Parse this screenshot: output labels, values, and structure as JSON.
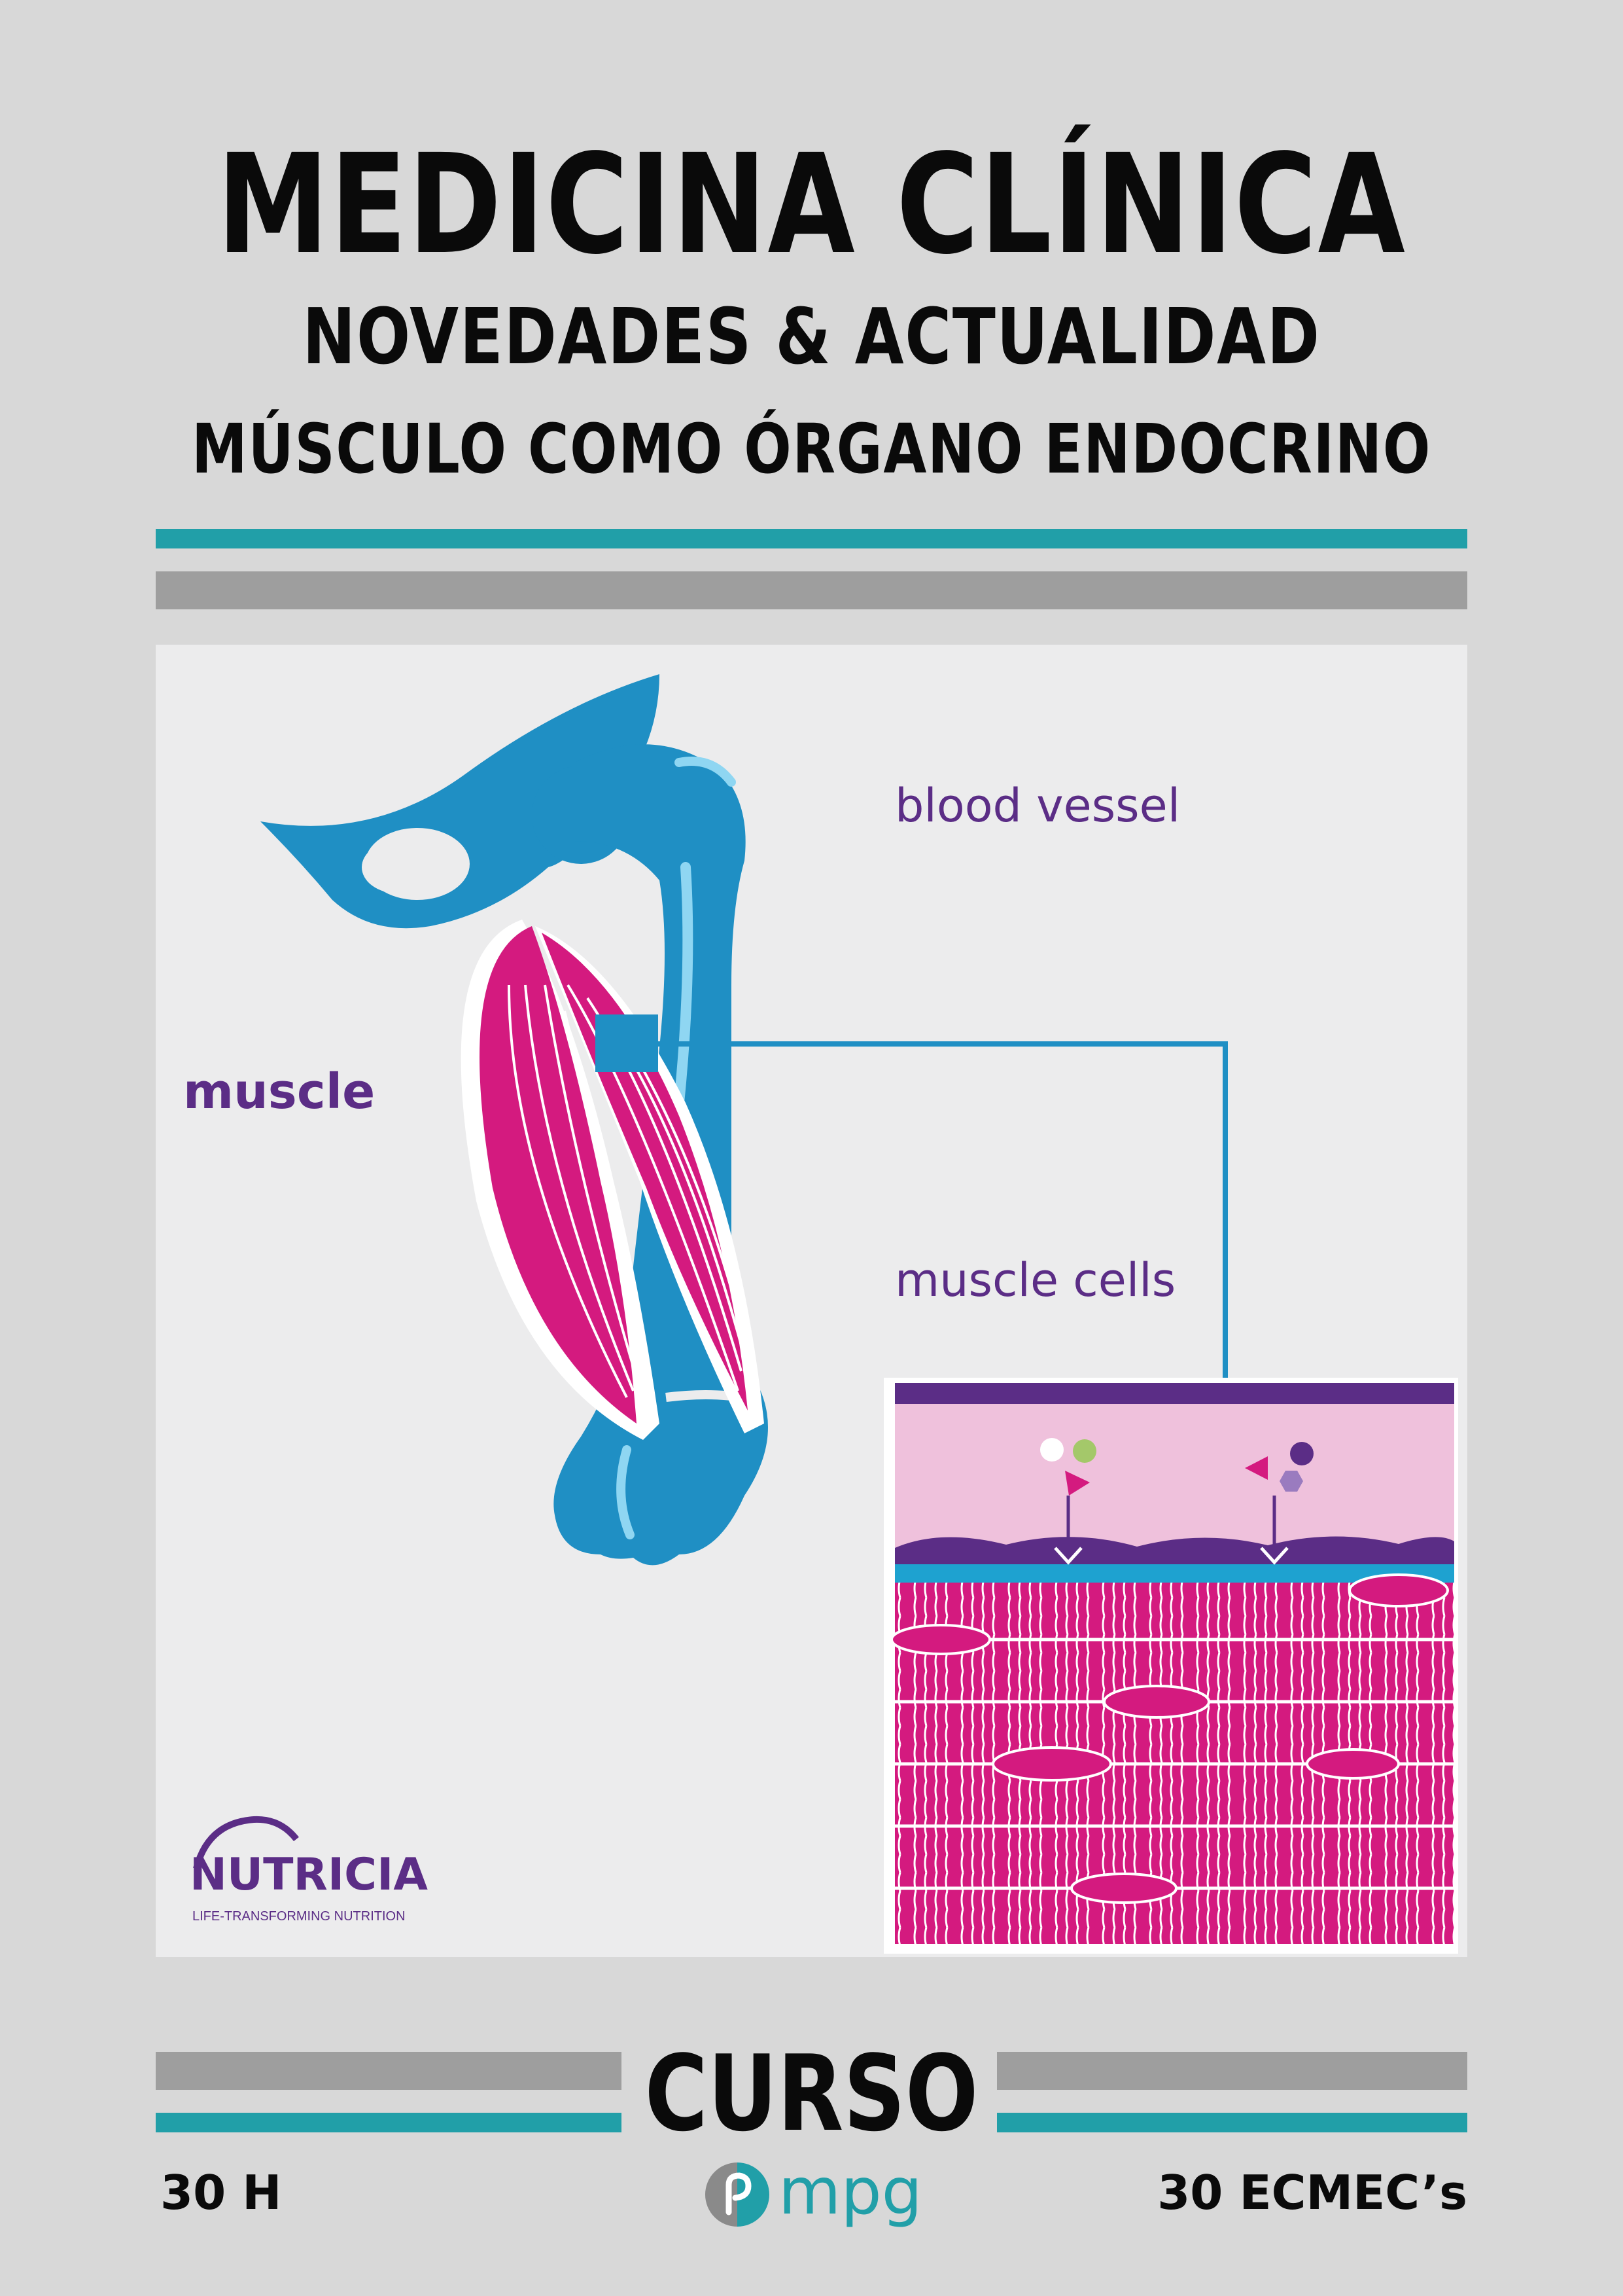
{
  "header": {
    "title": "MEDICINA CLÍNICA",
    "subtitle": "NOVEDADES & ACTUALIDAD",
    "topic": "MÚSCULO COMO ÓRGANO ENDOCRINO"
  },
  "figure": {
    "label_muscle": "muscle",
    "label_blood_vessel": "blood vessel",
    "label_muscle_cells": "muscle cells",
    "logo_brand": "NUTRICIA",
    "logo_tagline": "LIFE-TRANSFORMING NUTRITION"
  },
  "footer": {
    "course_label": "CURSO",
    "hours": "30 H",
    "credits": "30 ECMEC’s",
    "publisher": "mpg"
  },
  "colors": {
    "teal": "#219fa8",
    "gray_bar": "#9e9e9e",
    "bone_blue": "#1f8fc4",
    "muscle_pink": "#d41a7f",
    "label_purple": "#5b2d86"
  }
}
